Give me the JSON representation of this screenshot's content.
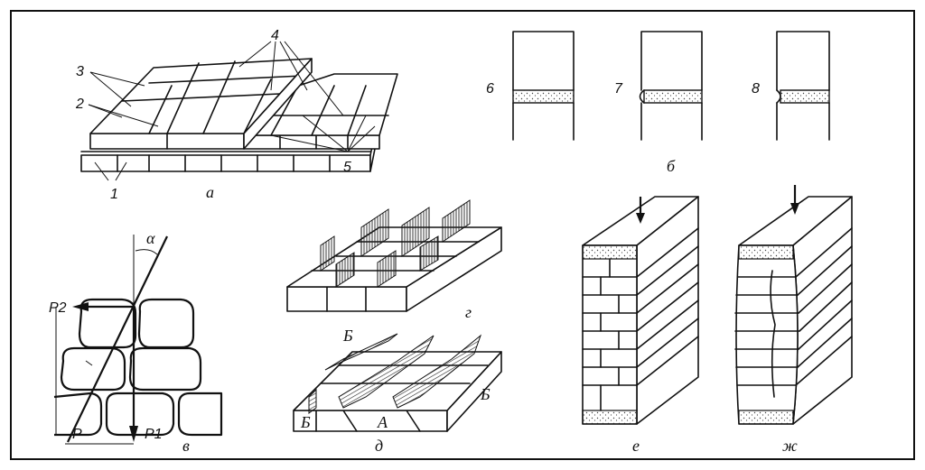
{
  "panels": {
    "a": {
      "label": "а",
      "callouts": [
        "1",
        "2",
        "3",
        "4",
        "5"
      ]
    },
    "b": {
      "label": "б",
      "callouts": [
        "6",
        "7",
        "8"
      ]
    },
    "v": {
      "label": "в",
      "forces": {
        "p2": "P2",
        "p1": "P1",
        "p": "P"
      },
      "angle": "α"
    },
    "g": {
      "label": "г"
    },
    "d": {
      "label": "д",
      "marks": [
        "Б",
        "Б",
        "Б",
        "А"
      ]
    },
    "e": {
      "label": "е"
    },
    "zh": {
      "label": "ж"
    }
  },
  "colors": {
    "ink": "#111111",
    "paper": "#ffffff",
    "hatch": "#555555"
  }
}
